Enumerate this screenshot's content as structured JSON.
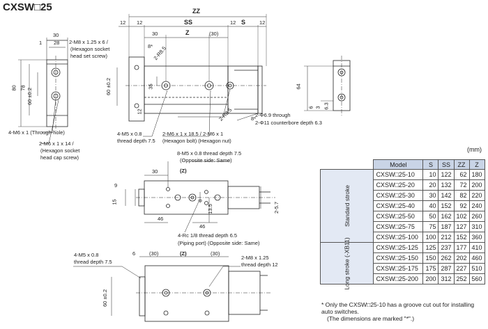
{
  "title": "CXSW□25",
  "unit": "(mm)",
  "top_view": {
    "dim_zz": "ZZ",
    "dim_ss": "SS",
    "dim_z": "Z",
    "dim_s": "S",
    "dim_12a": "12",
    "dim_12b": "12",
    "dim_12c": "12",
    "dim_12d": "12",
    "dim_30": "30",
    "dim_30p": "(30)",
    "star8a": "8*",
    "star8b": "8*",
    "r85a": "2-R8.5",
    "r85b": "2-R8.5",
    "dim_35": "35",
    "dim_60": "60 ±0.2",
    "dim_12v": "12",
    "dim_64": "64",
    "dim_6": "6",
    "dim_3": "3",
    "dim_63": "6.3",
    "through": "2-Φ6.9 through",
    "counterbore": "2-Φ11 counterbore depth 6.3",
    "m5a": "4-M5 x 0.8",
    "m5a_depth": "thread depth 7.5",
    "m6bolt": "2-M6 x 1 x 18.5 / 2-M6 x 1",
    "m6bolt_sub": "(Hexagon bolt) (Hexagon nut)"
  },
  "side_view": {
    "dim_30": "30",
    "dim_28": "28",
    "dim_1": "1",
    "dim_80": "80",
    "dim_78": "78",
    "dim_60": "60 ±0.2",
    "m8": "2-M8 x 1.25 x 6 /",
    "m8_sub1": "(Hexagon socket",
    "m8_sub2": "head set screw)",
    "m6hole": "4-M6 x 1 (Through-hole)",
    "m6x14": "2-M6 x 1 x 14 /",
    "m6x14_sub1": "(Hexagon socket",
    "m6x14_sub2": "head cap screw)"
  },
  "middle_view": {
    "m5": "8-M5 x 0.8 thread depth 7.5",
    "m5_sub": "(Opposite side: Same)",
    "dim_30": "30",
    "dim_z": "(Z)",
    "dim_9": "9",
    "dim_15": "15",
    "dim_46a": "46",
    "dim_46b": "46",
    "dim_8": "8",
    "dim_135": "13.5",
    "dim_57": "2-5.7",
    "rc": "4-Rc 1/8 thread depth 6.5",
    "rc_sub": "(Piping port) (Opposite side: Same)"
  },
  "bottom_view": {
    "m5": "4-M5 x 0.8",
    "m5_depth": "thread depth 7.5",
    "dim_6": "6",
    "dim_30a": "(30)",
    "dim_z": "(Z)",
    "dim_30b": "(30)",
    "dim_60": "60 ±0.2",
    "m8": "2-M8 x 1.25",
    "m8_depth": "thread depth 12"
  },
  "table": {
    "headers": [
      "Model",
      "S",
      "SS",
      "ZZ",
      "Z"
    ],
    "group_standard": "Standard stroke",
    "group_long": "Long stroke (-XB11)",
    "rows_standard": [
      [
        "CXSW□25-10",
        "10",
        "122",
        "62",
        "180"
      ],
      [
        "CXSW□25-20",
        "20",
        "132",
        "72",
        "200"
      ],
      [
        "CXSW□25-30",
        "30",
        "142",
        "82",
        "220"
      ],
      [
        "CXSW□25-40",
        "40",
        "152",
        "92",
        "240"
      ],
      [
        "CXSW□25-50",
        "50",
        "162",
        "102",
        "260"
      ],
      [
        "CXSW□25-75",
        "75",
        "187",
        "127",
        "310"
      ],
      [
        "CXSW□25-100",
        "100",
        "212",
        "152",
        "360"
      ]
    ],
    "rows_long": [
      [
        "CXSW□25-125",
        "125",
        "237",
        "177",
        "410"
      ],
      [
        "CXSW□25-150",
        "150",
        "262",
        "202",
        "460"
      ],
      [
        "CXSW□25-175",
        "175",
        "287",
        "227",
        "510"
      ],
      [
        "CXSW□25-200",
        "200",
        "312",
        "252",
        "560"
      ]
    ]
  },
  "note": {
    "line1": "* Only the CXSW□25-10 has a groove cut out for installing auto switches.",
    "line2": "(The dimensions are marked \"*\".)"
  }
}
